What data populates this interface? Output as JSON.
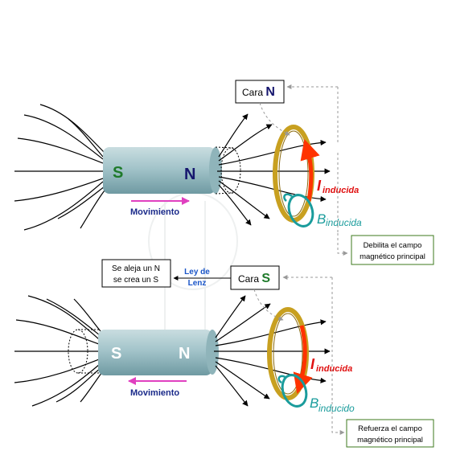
{
  "top": {
    "magnet_s": "S",
    "magnet_n": "N",
    "movement": "Movimiento",
    "face_box": {
      "prefix": "Cara ",
      "pole": "N"
    },
    "i_symbol": "I",
    "i_sub": "inducida",
    "b_symbol": "B",
    "b_sub": "inducida",
    "result_line1": "Debilita el campo",
    "result_line2": "magnético principal"
  },
  "middle": {
    "lenz_line1": "Ley de",
    "lenz_line2": "Lenz",
    "effect_line1": "Se aleja un N",
    "effect_line2": "se crea un S"
  },
  "bottom": {
    "magnet_s": "S",
    "magnet_n": "N",
    "movement": "Movimiento",
    "face_box": {
      "prefix": "Cara ",
      "pole": "S"
    },
    "i_symbol": "I",
    "i_sub": "inducida",
    "b_symbol": "B",
    "b_sub": "inducido",
    "result_line1": "Refuerza el campo",
    "result_line2": "magnético principal"
  },
  "colors": {
    "magnet_body": "#9fc0c6",
    "s_pole_top": "#1e7a2a",
    "n_pole_top": "#16166e",
    "movement": "#e040c0",
    "movement_text": "#1a2a8a",
    "coil": "#c8a020",
    "current": "#ff3300",
    "current_label": "#e01010",
    "b_loop": "#1a9c9c",
    "lenz_text": "#1a55c8",
    "result_border": "#3c7a1e"
  }
}
